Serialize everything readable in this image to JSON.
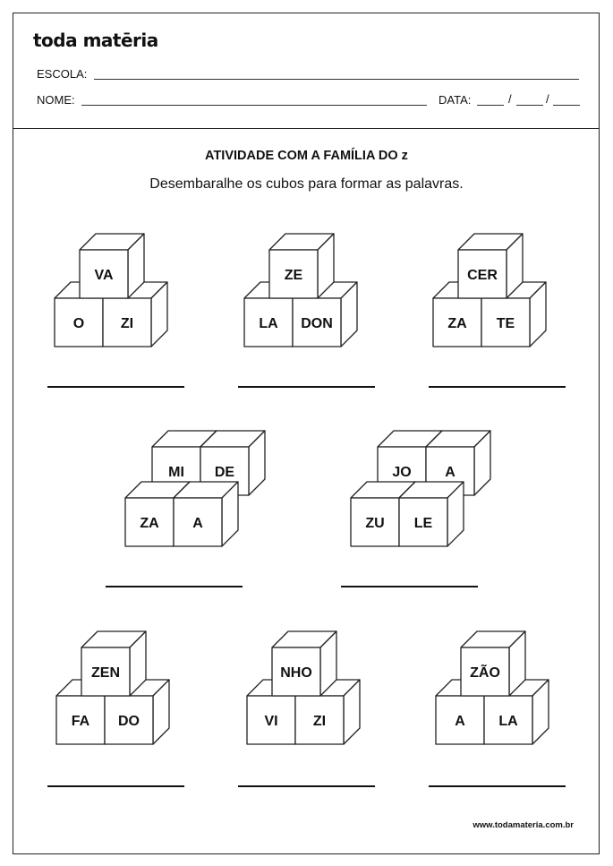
{
  "header": {
    "logo": "toda matēria",
    "school_label": "ESCOLA:",
    "name_label": "NOME:",
    "date_label": "DATA:",
    "date_separator": "/"
  },
  "activity": {
    "title": "ATIVIDADE COM A FAMÍLIA DO z",
    "instructions": "Desembaralhe os cubos para formar as palavras."
  },
  "puzzles": [
    {
      "cubes": [
        "VA",
        "O",
        "ZI"
      ]
    },
    {
      "cubes": [
        "ZE",
        "LA",
        "DON"
      ]
    },
    {
      "cubes": [
        "CER",
        "ZA",
        "TE"
      ]
    },
    {
      "cubes": [
        "MI",
        "DE",
        "ZA",
        "A"
      ]
    },
    {
      "cubes": [
        "JO",
        "A",
        "ZU",
        "LE"
      ]
    },
    {
      "cubes": [
        "ZEN",
        "FA",
        "DO"
      ]
    },
    {
      "cubes": [
        "NHO",
        "VI",
        "ZI"
      ]
    },
    {
      "cubes": [
        "ZÃO",
        "A",
        "LA"
      ]
    }
  ],
  "footer": {
    "url": "www.todamateria.com.br"
  }
}
